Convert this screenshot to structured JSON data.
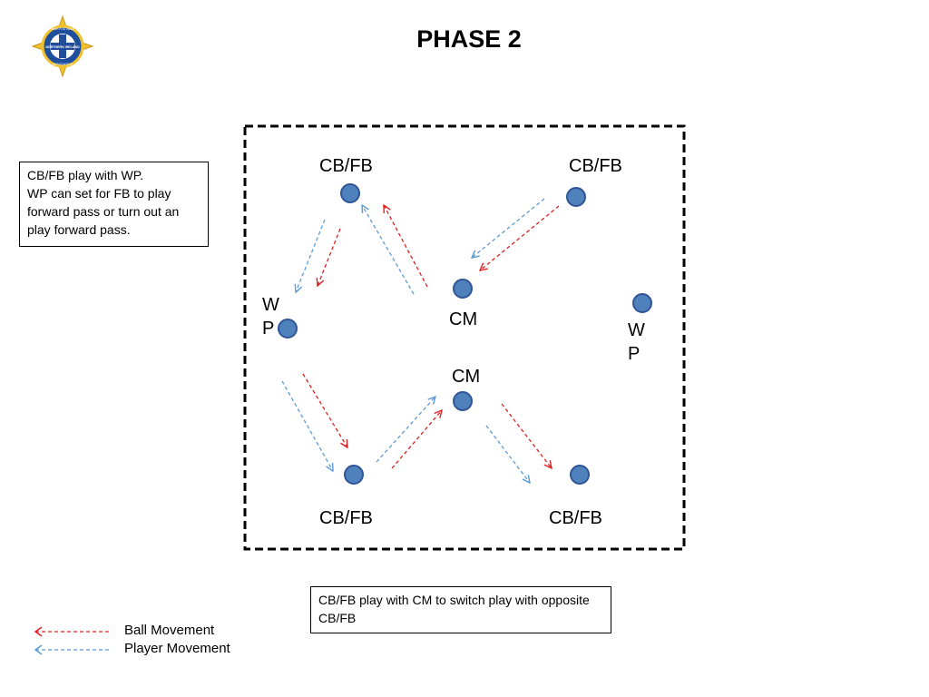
{
  "title": "PHASE 2",
  "logo": {
    "icon": "irish-fa-crest-icon",
    "text_top": "IRISH FOOTBALL",
    "text_middle": "NORTHERN IRELAND",
    "text_bottom": "ASSOCIATION"
  },
  "notes": {
    "left": "CB/FB play with WP.\nWP can set for FB to play forward pass or turn out an play forward pass.",
    "bottom": "CB/FB play with CM to switch play with opposite CB/FB"
  },
  "labels": {
    "cbfb_top_left": "CB/FB",
    "cbfb_top_right": "CB/FB",
    "cbfb_bottom_left": "CB/FB",
    "cbfb_bottom_right": "CB/FB",
    "cm_upper": "CM",
    "cm_lower": "CM",
    "wp_left_1": "W",
    "wp_left_2": "P",
    "wp_right_1": "W",
    "wp_right_2": "P"
  },
  "legend": {
    "ball": "Ball Movement",
    "player": "Player Movement"
  },
  "colors": {
    "ball_arrow": "#e02020",
    "player_arrow": "#5b9bd5",
    "player_fill": "#4f81bd",
    "player_stroke": "#2f5597",
    "pitch_border": "#000000"
  }
}
